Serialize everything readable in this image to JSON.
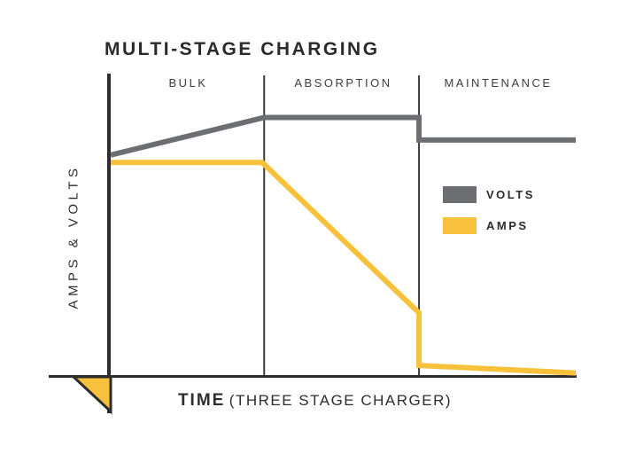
{
  "title": "MULTI-STAGE CHARGING",
  "y_axis_label": "AMPS & VOLTS",
  "x_axis_label": {
    "main": "TIME",
    "paren": "(THREE STAGE CHARGER)"
  },
  "stage_labels": [
    "BULK",
    "ABSORPTION",
    "MAINTENANCE"
  ],
  "legend": {
    "items": [
      {
        "label": "VOLTS",
        "color": "#6d6e71"
      },
      {
        "label": "AMPS",
        "color": "#f7c13c"
      }
    ]
  },
  "colors": {
    "volts": "#6d6e71",
    "amps": "#f7c13c",
    "axis": "#2d2d2d",
    "divider": "#3a3a3a",
    "text": "#2b2b2b"
  },
  "chart_data": {
    "type": "line",
    "title": "MULTI-STAGE CHARGING",
    "xlabel": "TIME (THREE STAGE CHARGER)",
    "ylabel": "AMPS & VOLTS",
    "x_unit": "percent of timeline (no numeric ticks shown)",
    "y_unit": "relative amps & volts (no numeric ticks shown)",
    "ylim": [
      0,
      100
    ],
    "grid": false,
    "legend_position": "right-middle",
    "stages": [
      {
        "name": "BULK",
        "x_range": [
          0,
          33
        ]
      },
      {
        "name": "ABSORPTION",
        "x_range": [
          33,
          66.3
        ]
      },
      {
        "name": "MAINTENANCE",
        "x_range": [
          66.3,
          100
        ]
      }
    ],
    "series": [
      {
        "name": "VOLTS",
        "color": "#6d6e71",
        "description": "rises during bulk, flat peak during absorption, steps down to flat float level during maintenance",
        "points": [
          [
            0,
            73.5
          ],
          [
            33,
            86
          ],
          [
            66.3,
            86
          ],
          [
            66.3,
            78.5
          ],
          [
            100,
            78.5
          ]
        ]
      },
      {
        "name": "AMPS",
        "color": "#f7c13c",
        "description": "flat maximum during bulk, ramps down during absorption, steps down near zero and tapers during maintenance",
        "points": [
          [
            0,
            71
          ],
          [
            32.6,
            71
          ],
          [
            66.3,
            21
          ],
          [
            66.3,
            3.5
          ],
          [
            100,
            1
          ]
        ]
      }
    ]
  }
}
